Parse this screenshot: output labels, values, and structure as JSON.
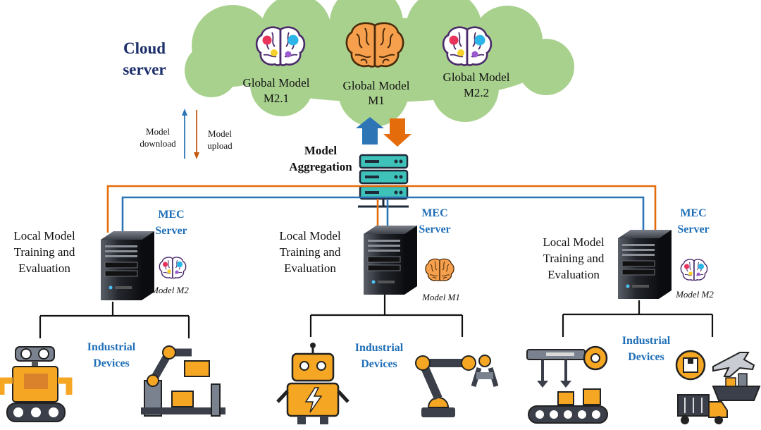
{
  "cloud": {
    "title_line1": "Cloud",
    "title_line2": "server",
    "models": [
      {
        "line1": "Global Model",
        "line2": "M2.1",
        "brain": "colorful-brain-icon"
      },
      {
        "line1": "Global Model",
        "line2": "M1",
        "brain": "orange-brain-icon"
      },
      {
        "line1": "Global Model",
        "line2": "M2.2",
        "brain": "colorful-brain-icon"
      }
    ]
  },
  "legend": {
    "download_line1": "Model",
    "download_line2": "download",
    "upload_line1": "Model",
    "upload_line2": "upload"
  },
  "aggregation": {
    "line1": "Model",
    "line2": "Aggregation"
  },
  "edges": [
    {
      "mec_line1": "MEC",
      "mec_line2": "Server",
      "local_line1": "Local Model",
      "local_line2": "Training and",
      "local_line3": "Evaluation",
      "model_label": "Model M2",
      "industrial_line1": "Industrial",
      "industrial_line2": "Devices",
      "devices": [
        "robot-on-tracks-icon",
        "robotic-arm-conveyor-icon"
      ]
    },
    {
      "mec_line1": "MEC",
      "mec_line2": "Server",
      "local_line1": "Local Model",
      "local_line2": "Training and",
      "local_line3": "Evaluation",
      "model_label": "Model M1",
      "industrial_line1": "Industrial",
      "industrial_line2": "Devices",
      "devices": [
        "robot-icon",
        "robotic-arm-icon"
      ]
    },
    {
      "mec_line1": "MEC",
      "mec_line2": "Server",
      "local_line1": "Local Model",
      "local_line2": "Training and",
      "local_line3": "Evaluation",
      "model_label": "Model M2",
      "industrial_line1": "Industrial",
      "industrial_line2": "Devices",
      "devices": [
        "assembly-line-icon",
        "logistics-transport-icon"
      ]
    }
  ],
  "colors": {
    "cloud_fill": "#a9d18e",
    "download_blue": "#2e75b6",
    "upload_orange": "#e46c0a",
    "title_navy": "#1c2f6b",
    "mec_blue": "#1f6fb8",
    "robot_orange": "#f5a623",
    "dark": "#3a3f4a"
  }
}
